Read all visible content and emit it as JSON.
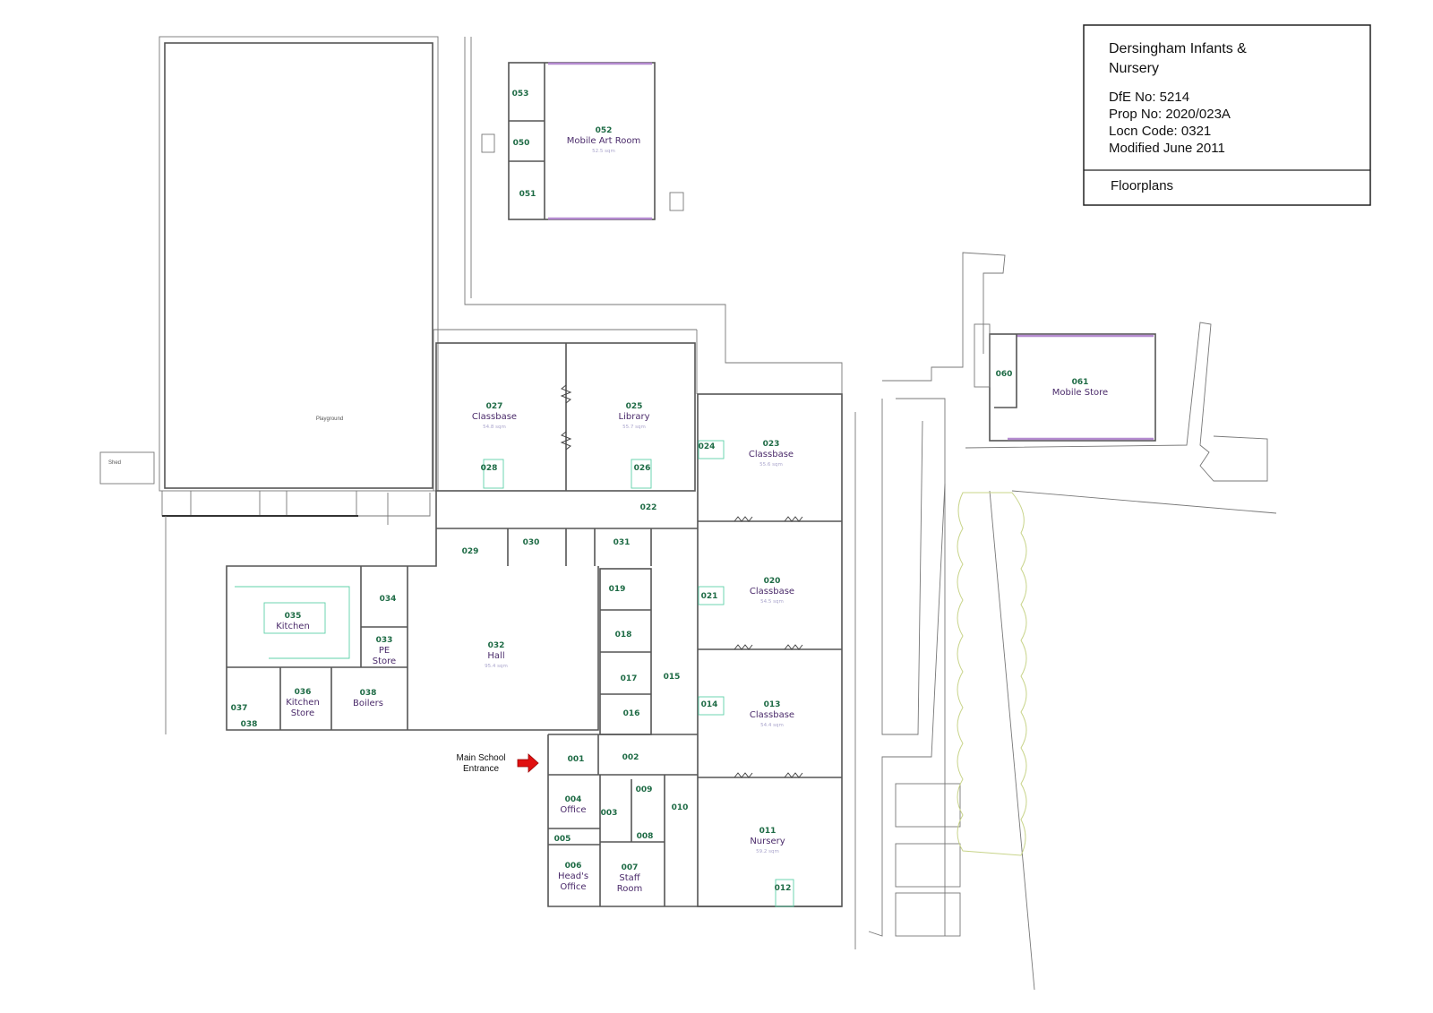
{
  "title_block": {
    "school_name_line1": "Dersingham Infants &",
    "school_name_line2": "Nursery",
    "dfe_no": "DfE No: 5214",
    "prop_no": "Prop No: 2020/023A",
    "locn_code": "Locn Code: 0321",
    "modified": "Modified June 2011",
    "sheet_title": "Floorplans"
  },
  "site_labels": {
    "playground": "Playground",
    "shed": "Shed",
    "entrance_line1": "Main School",
    "entrance_line2": "Entrance"
  },
  "colors": {
    "room_number": "#1e6b45",
    "room_name": "#4a2a6a",
    "room_area": "#aaa5cc",
    "fittings": "#5fd0a8",
    "windows": "#b58bd0",
    "entrance_arrow": "#e01010"
  },
  "rooms": [
    {
      "number": "053",
      "name": [],
      "area": ""
    },
    {
      "number": "050",
      "name": [],
      "area": ""
    },
    {
      "number": "051",
      "name": [],
      "area": ""
    },
    {
      "number": "052",
      "name": [
        "Mobile Art Room"
      ],
      "area": "52.5 sqm"
    },
    {
      "number": "027",
      "name": [
        "Classbase"
      ],
      "area": "54.8 sqm"
    },
    {
      "number": "025",
      "name": [
        "Library"
      ],
      "area": "55.7 sqm"
    },
    {
      "number": "028",
      "name": [],
      "area": ""
    },
    {
      "number": "026",
      "name": [],
      "area": ""
    },
    {
      "number": "024",
      "name": [],
      "area": ""
    },
    {
      "number": "023",
      "name": [
        "Classbase"
      ],
      "area": "55.6 sqm"
    },
    {
      "number": "022",
      "name": [],
      "area": ""
    },
    {
      "number": "029",
      "name": [],
      "area": ""
    },
    {
      "number": "030",
      "name": [],
      "area": ""
    },
    {
      "number": "031",
      "name": [],
      "area": ""
    },
    {
      "number": "019",
      "name": [],
      "area": ""
    },
    {
      "number": "018",
      "name": [],
      "area": ""
    },
    {
      "number": "017",
      "name": [],
      "area": ""
    },
    {
      "number": "016",
      "name": [],
      "area": ""
    },
    {
      "number": "015",
      "name": [],
      "area": ""
    },
    {
      "number": "021",
      "name": [],
      "area": ""
    },
    {
      "number": "020",
      "name": [
        "Classbase"
      ],
      "area": "54.5 sqm"
    },
    {
      "number": "014",
      "name": [],
      "area": ""
    },
    {
      "number": "013",
      "name": [
        "Classbase"
      ],
      "area": "54.4 sqm"
    },
    {
      "number": "035",
      "name": [
        "Kitchen"
      ],
      "area": ""
    },
    {
      "number": "034",
      "name": [],
      "area": ""
    },
    {
      "number": "033",
      "name": [
        "PE",
        "Store"
      ],
      "area": ""
    },
    {
      "number": "032",
      "name": [
        "Hall"
      ],
      "area": "95.4 sqm"
    },
    {
      "number": "036",
      "name": [
        "Kitchen",
        "Store"
      ],
      "area": ""
    },
    {
      "number": "038",
      "name": [
        "Boilers"
      ],
      "area": ""
    },
    {
      "number": "037",
      "name": [],
      "area": ""
    },
    {
      "number": "038",
      "name": [],
      "area": ""
    },
    {
      "number": "001",
      "name": [],
      "area": ""
    },
    {
      "number": "002",
      "name": [],
      "area": ""
    },
    {
      "number": "004",
      "name": [
        "Office"
      ],
      "area": ""
    },
    {
      "number": "003",
      "name": [],
      "area": ""
    },
    {
      "number": "009",
      "name": [],
      "area": ""
    },
    {
      "number": "010",
      "name": [],
      "area": ""
    },
    {
      "number": "008",
      "name": [],
      "area": ""
    },
    {
      "number": "005",
      "name": [],
      "area": ""
    },
    {
      "number": "006",
      "name": [
        "Head's",
        "Office"
      ],
      "area": ""
    },
    {
      "number": "007",
      "name": [
        "Staff",
        "Room"
      ],
      "area": ""
    },
    {
      "number": "011",
      "name": [
        "Nursery"
      ],
      "area": "59.2 sqm"
    },
    {
      "number": "012",
      "name": [],
      "area": ""
    },
    {
      "number": "060",
      "name": [],
      "area": ""
    },
    {
      "number": "061",
      "name": [
        "Mobile Store"
      ],
      "area": ""
    }
  ]
}
